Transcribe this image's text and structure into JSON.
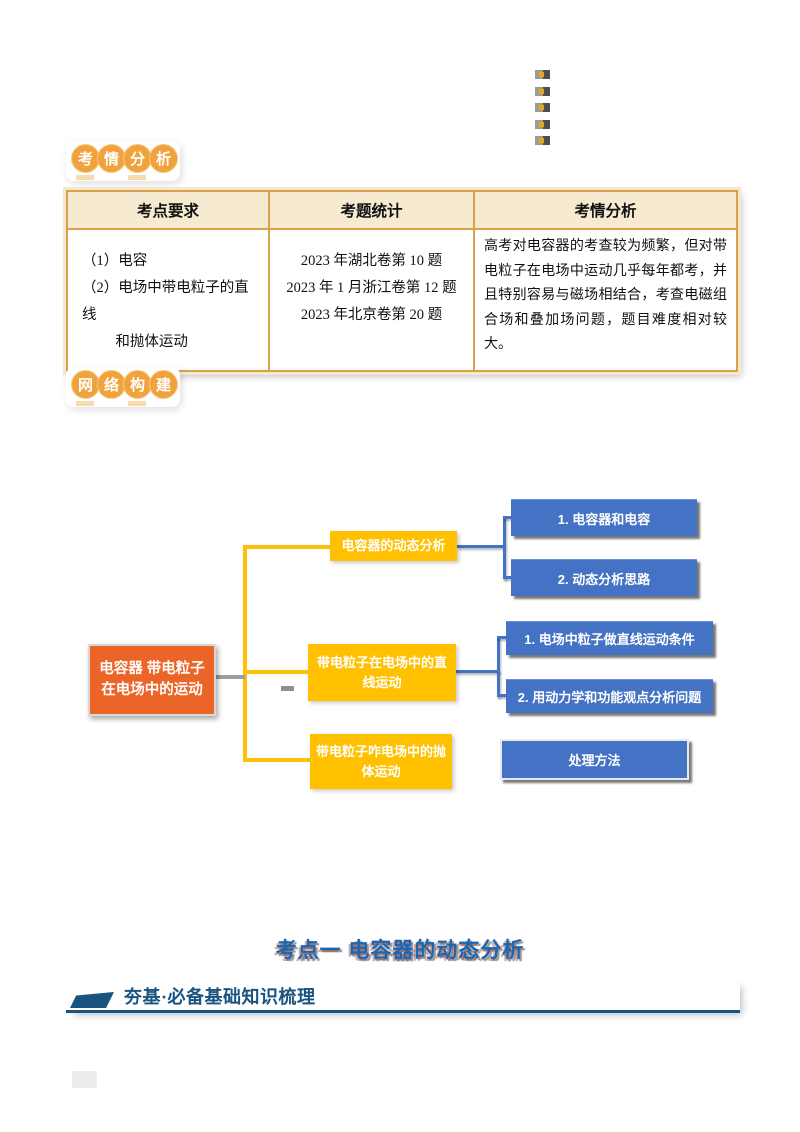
{
  "page_marks": {
    "icon": "list-dot-icon",
    "count": 5
  },
  "badges": {
    "exam_info": {
      "chars": [
        "考",
        "情",
        "分",
        "析"
      ]
    },
    "network": {
      "chars": [
        "网",
        "络",
        "构",
        "建"
      ]
    }
  },
  "analysis_table": {
    "headers": [
      "考点要求",
      "考题统计",
      "考情分析"
    ],
    "requirements": {
      "line1": "（1）电容",
      "line2": "（2）电场中带电粒子的直线",
      "line3": "和抛体运动"
    },
    "statistics": {
      "line1": "2023 年湖北卷第 10 题",
      "line2": "2023 年 1 月浙江卷第 12 题",
      "line3": "2023 年北京卷第 20 题"
    },
    "analysis_text": "高考对电容器的考查较为频繁，但对带电粒子在电场中运动几乎每年都考，并且特别容易与磁场相结合，考查电磁组合场和叠加场问题，题目难度相对较大。"
  },
  "mindmap": {
    "root": {
      "line1": "电容器 带电粒子",
      "line2": "在电场中的运动"
    },
    "branches": [
      {
        "label": "电容器的动态分析",
        "children": [
          "1. 电容器和电容",
          "2. 动态分析思路"
        ]
      },
      {
        "label": "带电粒子在电场中的直线运动",
        "children": [
          "1. 电场中粒子做直线运动条件",
          "2. 用动力学和功能观点分析问题"
        ]
      },
      {
        "label": "带电粒子咋电场中的抛体运动",
        "children": [
          "处理方法"
        ]
      }
    ],
    "colors": {
      "root_fill": "#EC6528",
      "branch_fill": "#FFC000",
      "leaf_fill": "#4472C4",
      "trunk_line": "#FFC107",
      "root_link_line": "#9E9E9E",
      "leaf_link_line": "#4472C4"
    }
  },
  "section": {
    "topic_title": "考点一 电容器的动态分析",
    "topic_color": "#1B66B3",
    "subsection_title": "夯基·必备基础知识梳理",
    "subsection_color": "#19537F"
  },
  "table_theme": {
    "border": "#D9A24A",
    "header_bg": "#F6EAD1"
  }
}
